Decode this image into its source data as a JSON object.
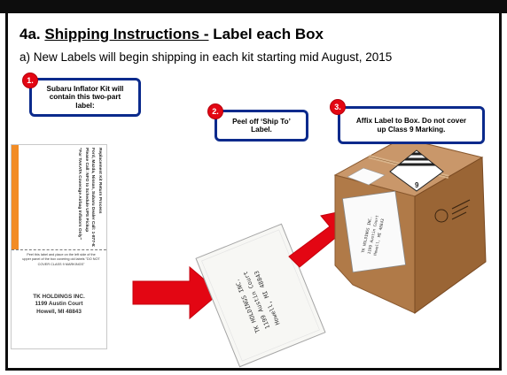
{
  "slide": {
    "title_prefix": "4a.",
    "title_underlined": "Shipping Instructions -",
    "title_suffix": "Label each Box",
    "subtitle": "a) New Labels will begin shipping in each kit starting mid August, 2015"
  },
  "steps": [
    {
      "number": "1.",
      "text": "Subaru Inflator Kit will contain this two-part label:"
    },
    {
      "number": "2.",
      "text": "Peel off ‘Ship To’ Label."
    },
    {
      "number": "3.",
      "text": "Affix Label to Box. Do not cover up Class 9 Marking."
    }
  ],
  "kit_label": {
    "top_lines": [
      "Replacement Kit Return Process",
      "Ford, Mazda, Nissan, Subaru Dealer Call: 1-877-630-5679",
      "Please Call: NFO to Schedule UPS Pickup",
      "\"For TAKATA Coverage Airbag Inflators Only\""
    ],
    "instruction": "Peel this label and place on the left side of the upper panel of the box covering old labels \"DO NOT COVER CLASS 9 MARKINGS\"",
    "address_lines": [
      "TK HOLDINGS INC.",
      "1199 Austin Court",
      "Howell, MI 48843"
    ]
  },
  "ship_label": {
    "lines": [
      "TK HOLDINGS INC.",
      "1199 Austin Court",
      "Howell, MI 48843"
    ]
  },
  "box": {
    "hazard_number": "9"
  },
  "colors": {
    "callout_border": "#0b2a8c",
    "badge": "#e30613",
    "arrow": "#e30613",
    "box": "#b07a48",
    "kit_strip": "#f28c25"
  }
}
